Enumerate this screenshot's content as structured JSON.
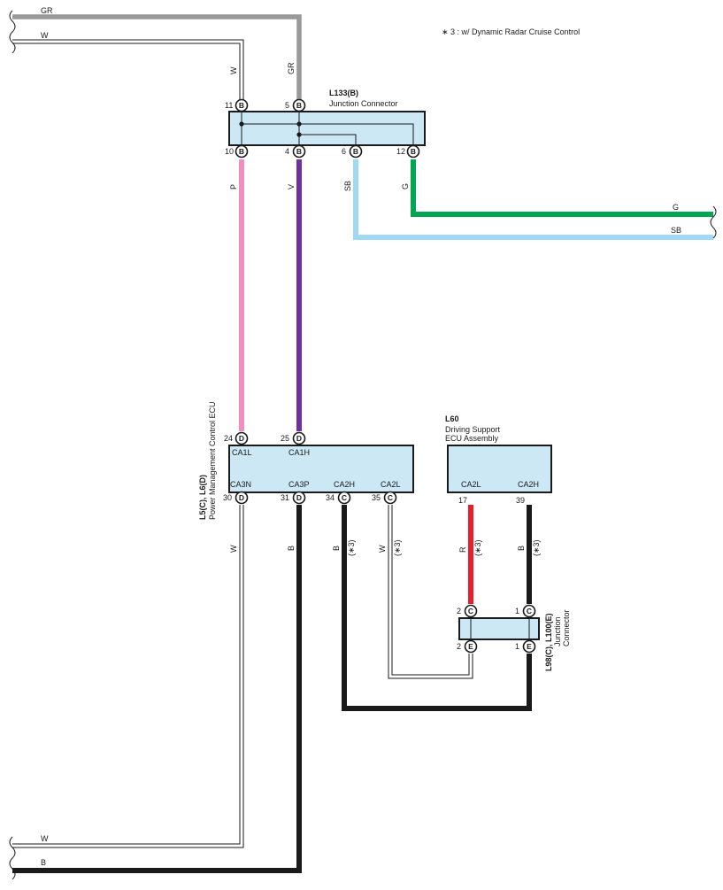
{
  "footnote": "∗ 3 : w/ Dynamic Radar Cruise Control",
  "wire_colors": {
    "GR": "#999999",
    "W": "#ffffff",
    "P": "#f08fbf",
    "V": "#7030a0",
    "SB": "#9fd9f3",
    "G": "#00a650",
    "B": "#1a1a1a",
    "R": "#e81e2a"
  },
  "connector_fill": "#cbe8f4",
  "edge_wires": {
    "top_left": [
      "GR",
      "W"
    ],
    "bottom_left": [
      "W",
      "B"
    ],
    "right": [
      "G",
      "SB"
    ]
  },
  "components": {
    "junction_l133": {
      "code": "L133(B)",
      "name": "Junction Connector",
      "top_pins": [
        {
          "num": "11",
          "conn": "B",
          "wire": "W"
        },
        {
          "num": "5",
          "conn": "B",
          "wire": "GR"
        }
      ],
      "bottom_pins": [
        {
          "num": "10",
          "conn": "B",
          "wire": "P"
        },
        {
          "num": "4",
          "conn": "B",
          "wire": "V"
        },
        {
          "num": "6",
          "conn": "B",
          "wire": "SB"
        },
        {
          "num": "12",
          "conn": "B",
          "wire": "G"
        }
      ]
    },
    "pm_ecu": {
      "code": "L5(C), L6(D)",
      "name": "Power Management Control ECU",
      "top_pins": [
        {
          "num": "24",
          "conn": "D",
          "signal": "CA1L"
        },
        {
          "num": "25",
          "conn": "D",
          "signal": "CA1H"
        }
      ],
      "bottom_pins": [
        {
          "num": "30",
          "conn": "D",
          "signal": "CA3N",
          "wire": "W",
          "note": ""
        },
        {
          "num": "31",
          "conn": "D",
          "signal": "CA3P",
          "wire": "B",
          "note": ""
        },
        {
          "num": "34",
          "conn": "C",
          "signal": "CA2H",
          "wire": "B",
          "note": "(∗3)"
        },
        {
          "num": "35",
          "conn": "C",
          "signal": "CA2L",
          "wire": "W",
          "note": "(∗3)"
        }
      ]
    },
    "ds_ecu": {
      "code": "L60",
      "name_line1": "Driving Support",
      "name_line2": "ECU Assembly",
      "bottom_pins": [
        {
          "num": "17",
          "signal": "CA2L",
          "wire": "R",
          "note": "(∗3)"
        },
        {
          "num": "39",
          "signal": "CA2H",
          "wire": "B",
          "note": "(∗3)"
        }
      ]
    },
    "junction_l98": {
      "code": "L98(C), L100(E)",
      "name_line1": "Junction",
      "name_line2": "Connector",
      "top_pins": [
        {
          "num": "2",
          "conn": "C"
        },
        {
          "num": "1",
          "conn": "C"
        }
      ],
      "bottom_pins": [
        {
          "num": "2",
          "conn": "E"
        },
        {
          "num": "1",
          "conn": "E"
        }
      ]
    }
  }
}
